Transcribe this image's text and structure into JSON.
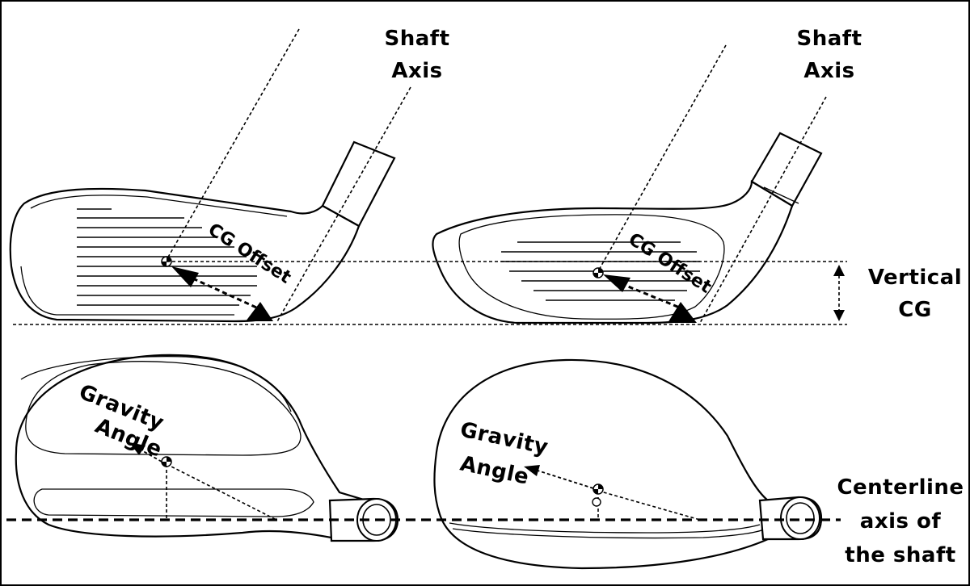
{
  "labels": {
    "shaft_axis_left_line1": "Shaft",
    "shaft_axis_left_line2": "Axis",
    "shaft_axis_right_line1": "Shaft",
    "shaft_axis_right_line2": "Axis",
    "cg_offset_left": "CG Offset",
    "cg_offset_right": "CG Offset",
    "vertical_cg_line1": "Vertical",
    "vertical_cg_line2": "CG",
    "gravity_angle_left_line1": "Gravity",
    "gravity_angle_left_line2": "Angle",
    "gravity_angle_right_line1": "Gravity",
    "gravity_angle_right_line2": "Angle",
    "centerline_line1": "Centerline",
    "centerline_line2": "axis of",
    "centerline_line3": "the shaft"
  },
  "colors": {
    "ink": "#000000",
    "paper": "#ffffff"
  }
}
